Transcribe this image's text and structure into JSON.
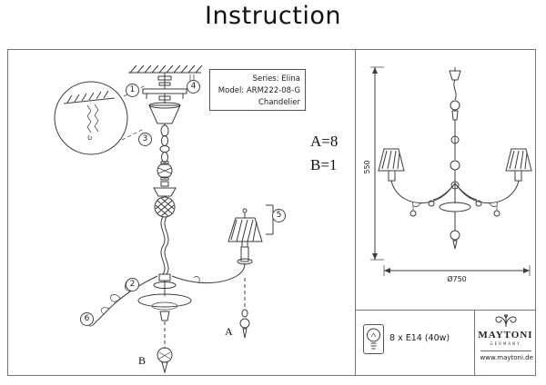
{
  "title": "Instruction",
  "spec_box": {
    "series": "Series: Elina",
    "model": "Model: ARM222-08-G",
    "product_type": "Chandelier"
  },
  "quantities": {
    "a": "A=8",
    "b": "B=1"
  },
  "part_labels": {
    "a": "A",
    "b": "B"
  },
  "callouts": {
    "c1": "1",
    "c2": "2",
    "c3": "3",
    "c4": "4",
    "c5": "5",
    "c6": "6"
  },
  "dimensions": {
    "height": "550",
    "diameter": "Ø750"
  },
  "bulb": {
    "spec": "8 x E14 (40w)"
  },
  "brand": {
    "name": "MAYTONI",
    "tagline": "GERMANY",
    "website": "www.maytoni.de"
  }
}
